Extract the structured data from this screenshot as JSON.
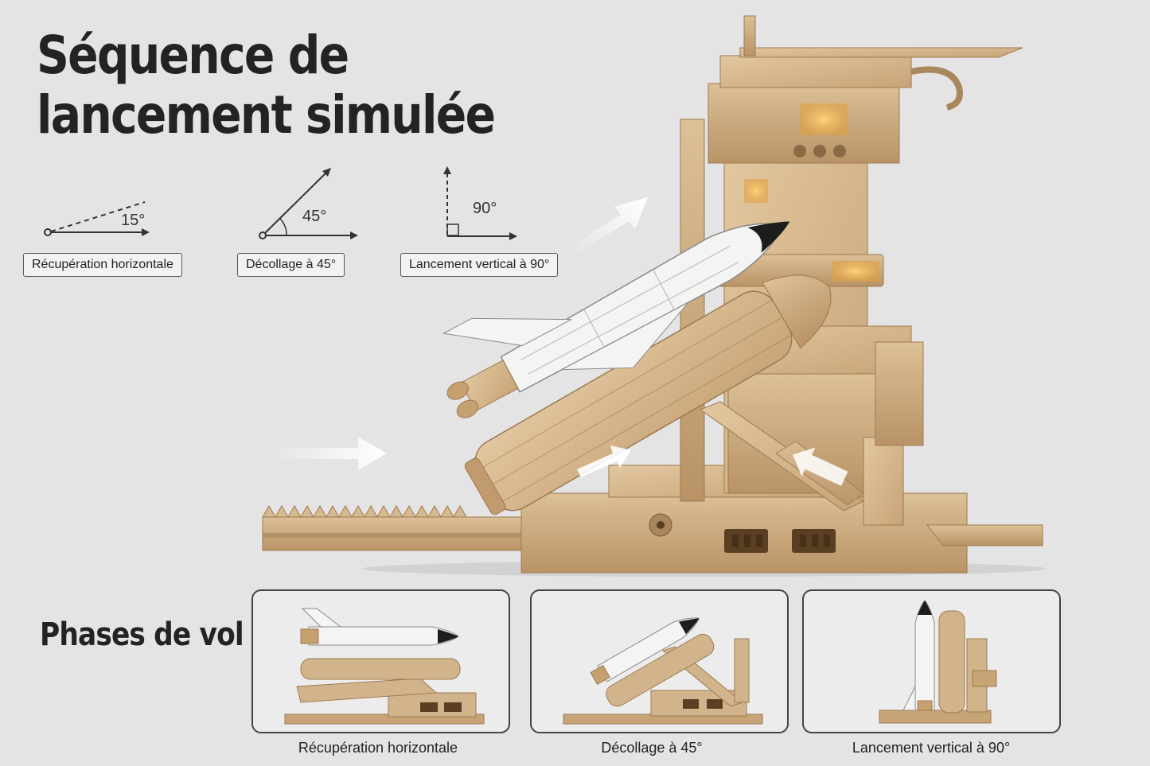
{
  "title": {
    "line1": "Séquence de",
    "line2": "lancement simulée"
  },
  "angles": [
    {
      "degrees": "15°",
      "label": "Récupération horizontale"
    },
    {
      "degrees": "45°",
      "label": "Décollage à 45°"
    },
    {
      "degrees": "90°",
      "label": "Lancement vertical à 90°"
    }
  ],
  "phases": {
    "title": "Phases de vol",
    "cards": [
      {
        "caption": "Récupération horizontale"
      },
      {
        "caption": "Décollage à 45°"
      },
      {
        "caption": "Lancement vertical à 90°"
      }
    ]
  },
  "colors": {
    "wood": "#d2b48c",
    "wood_dark": "#a9865b",
    "shuttle": "#f4f4f2",
    "nose": "#1d1d1d",
    "background": "#e4e4e4"
  }
}
